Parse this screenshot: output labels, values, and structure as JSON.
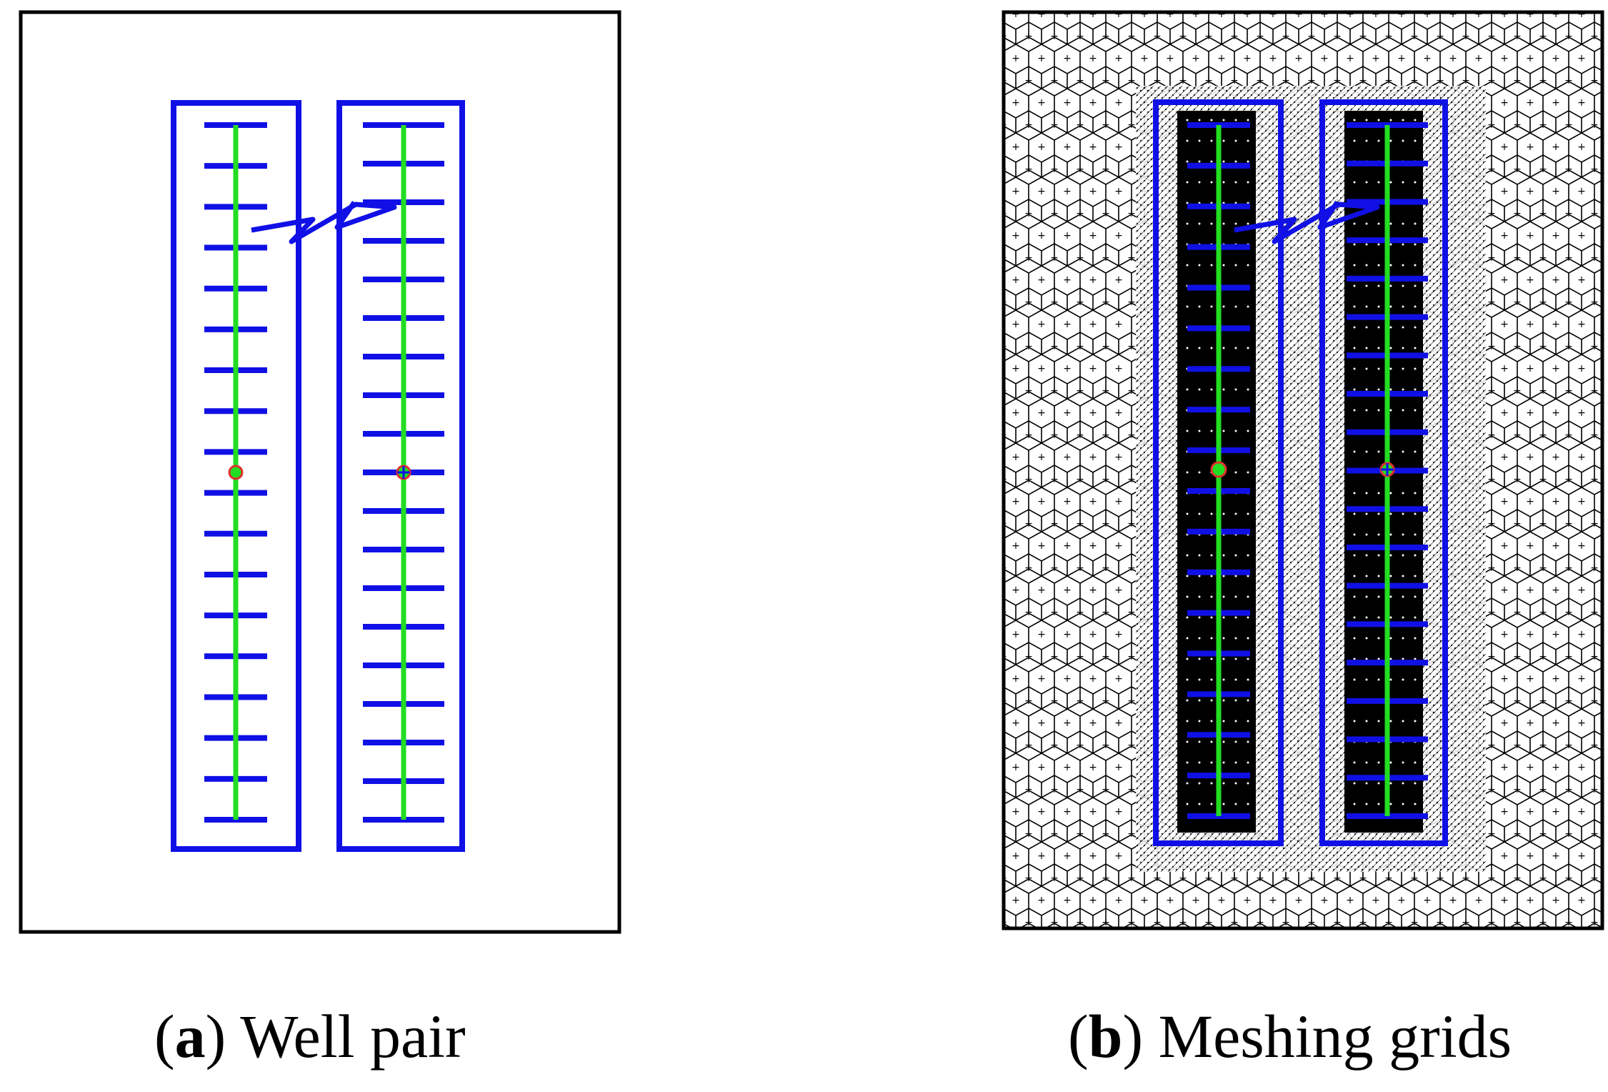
{
  "panels": [
    {
      "id": "a",
      "letter": "a",
      "title": "Well pair",
      "meshed": false
    },
    {
      "id": "b",
      "letter": "b",
      "title": "Meshing grids",
      "meshed": true
    }
  ],
  "wells": {
    "count": 2,
    "fractures_left": 18,
    "fractures_right": 19,
    "colors": {
      "box": "#1010e6",
      "wellbore": "#22dd22",
      "fracture": "#1010e6",
      "marker_outline": "#e03030",
      "mesh_line": "#000000"
    }
  }
}
